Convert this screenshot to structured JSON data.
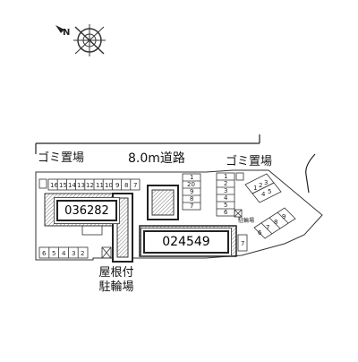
{
  "map": {
    "road_label": "8.0m道路",
    "garbage_left": "ゴミ置場",
    "garbage_right": "ゴミ置場",
    "covered_bike_parking": "屋根付\n駐輪場",
    "bike_parking_small": "駐輪場",
    "building_codes": [
      "036282",
      "024549"
    ],
    "compass": "N",
    "slots": {
      "top_row": [
        "16",
        "15",
        "14",
        "13",
        "12",
        "11",
        "10",
        "9",
        "8",
        "7"
      ],
      "bottom_row": [
        "6",
        "5",
        "4",
        "3",
        "2"
      ],
      "column_a": [
        "1",
        "20",
        "9",
        "8",
        "7"
      ],
      "column_b": [
        "1",
        "2",
        "3",
        "4",
        "5",
        "6"
      ],
      "right_single": "7",
      "diagonal_upper": [
        "1",
        "2",
        "3",
        "4",
        "5"
      ],
      "diagonal_lower": [
        "6",
        "7",
        "8",
        "9"
      ]
    },
    "colors": {
      "line": "#222222",
      "hatch": "#888888",
      "background": "#ffffff"
    }
  }
}
